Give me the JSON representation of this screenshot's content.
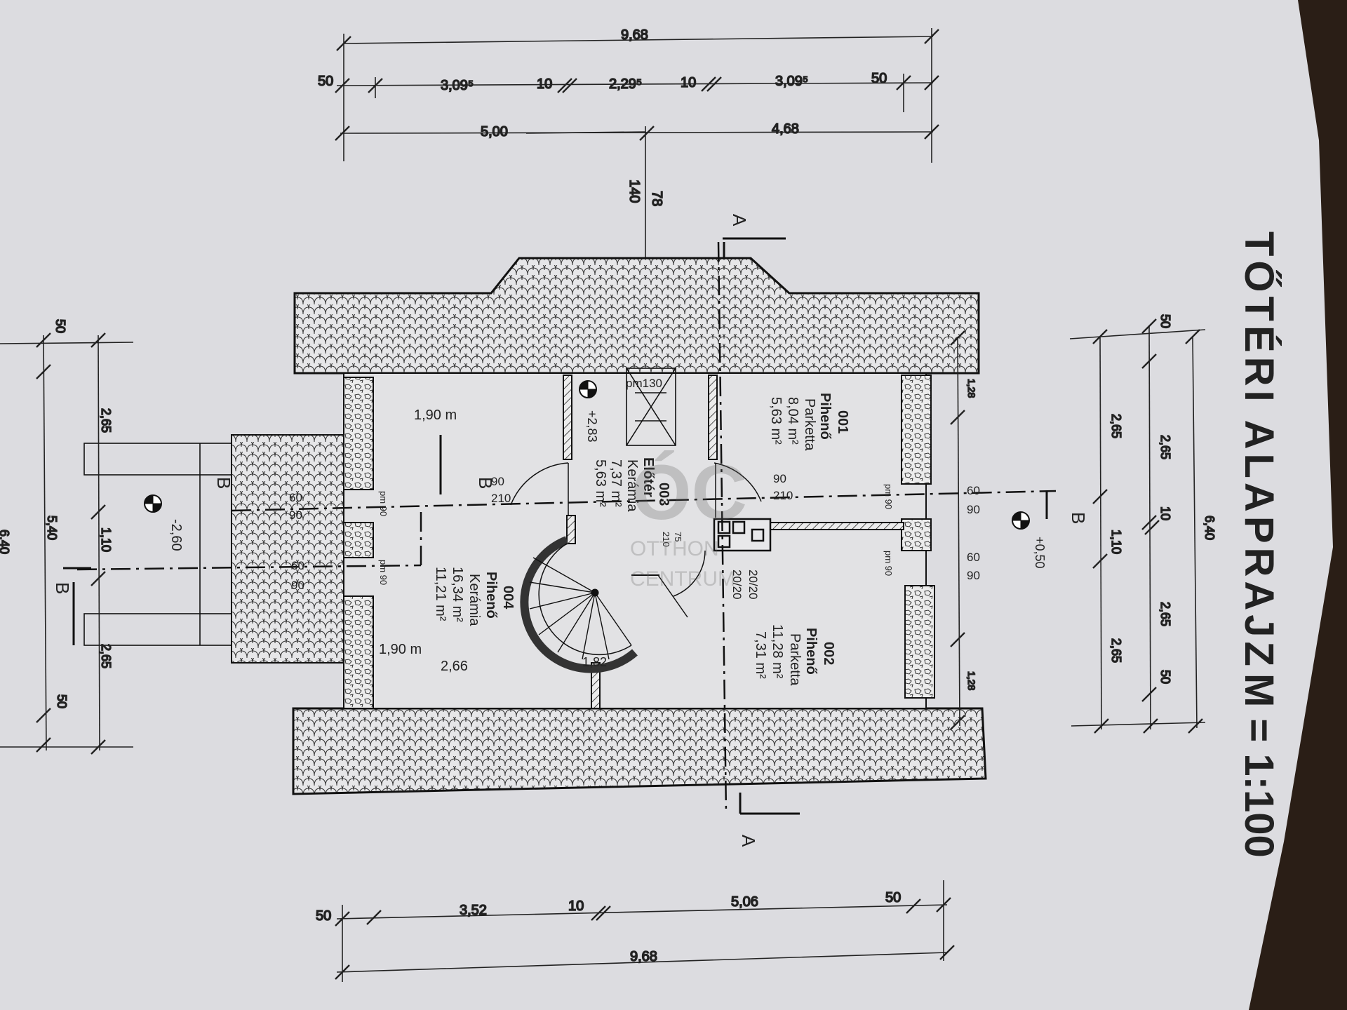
{
  "title": "TŐTÉRI ALAPRAJZ",
  "scale": "M = 1:100",
  "watermark": {
    "logo": "ÓC",
    "line1": "OTTHON",
    "line2": "CENTRUM"
  },
  "dimensions": {
    "top_total": "9,68",
    "top_segments": [
      "50",
      "3,09⁵",
      "10",
      "2,29⁵",
      "10",
      "3,09⁵",
      "50"
    ],
    "top_split": [
      "5,00",
      "4,68"
    ],
    "top_side": [
      "78",
      "140"
    ],
    "bottom_segments": [
      "50",
      "3,52",
      "10",
      "5,06",
      "50"
    ],
    "bottom_total": "9,68",
    "right_total": "6,40",
    "right_segments": [
      "50",
      "2,65",
      "10",
      "2,65",
      "50"
    ],
    "right_inner": [
      "2,65",
      "1,10",
      "2,65"
    ],
    "left_outer": [
      "50",
      "2,65",
      "1,10",
      "2,65",
      "50"
    ],
    "left_inner": [
      "5,40",
      "6,40"
    ],
    "sill_right": [
      "1,28",
      "1,28"
    ],
    "inner_bottom": [
      "2,66",
      "1,82"
    ],
    "ceiling": [
      "1,90 m",
      "1,90 m"
    ]
  },
  "rooms": [
    {
      "number": "001",
      "name": "Pihenő",
      "floor": "Parketta",
      "area1": "8,04 m²",
      "area2": "5,63 m²"
    },
    {
      "number": "002",
      "name": "Pihenő",
      "floor": "Parketta",
      "area1": "11,28 m²",
      "area2": "7,31 m²"
    },
    {
      "number": "003",
      "name": "Előtér",
      "floor": "Kerámia",
      "area1": "7,37 m²",
      "area2": "5,63 m²"
    },
    {
      "number": "004",
      "name": "Pihenő",
      "floor": "Kerámia",
      "area1": "16,34 m²",
      "area2": "11,21 m²"
    }
  ],
  "doors": {
    "d1": [
      "90",
      "210"
    ],
    "d2": [
      "90",
      "210"
    ],
    "d3": [
      "75",
      "210"
    ],
    "pm_labels": [
      "pm 90",
      "pm 90",
      "pm 90",
      "pm 90"
    ],
    "windows": [
      "60",
      "90",
      "60",
      "90",
      "60",
      "90",
      "60",
      "90"
    ]
  },
  "misc": {
    "hatch": "pm130",
    "levels": [
      "+2,83",
      "+0,50",
      "-2,60"
    ],
    "chimney": [
      "20/20",
      "20/20"
    ],
    "sections": [
      "A",
      "A",
      "B",
      "B",
      "B",
      "B"
    ]
  }
}
